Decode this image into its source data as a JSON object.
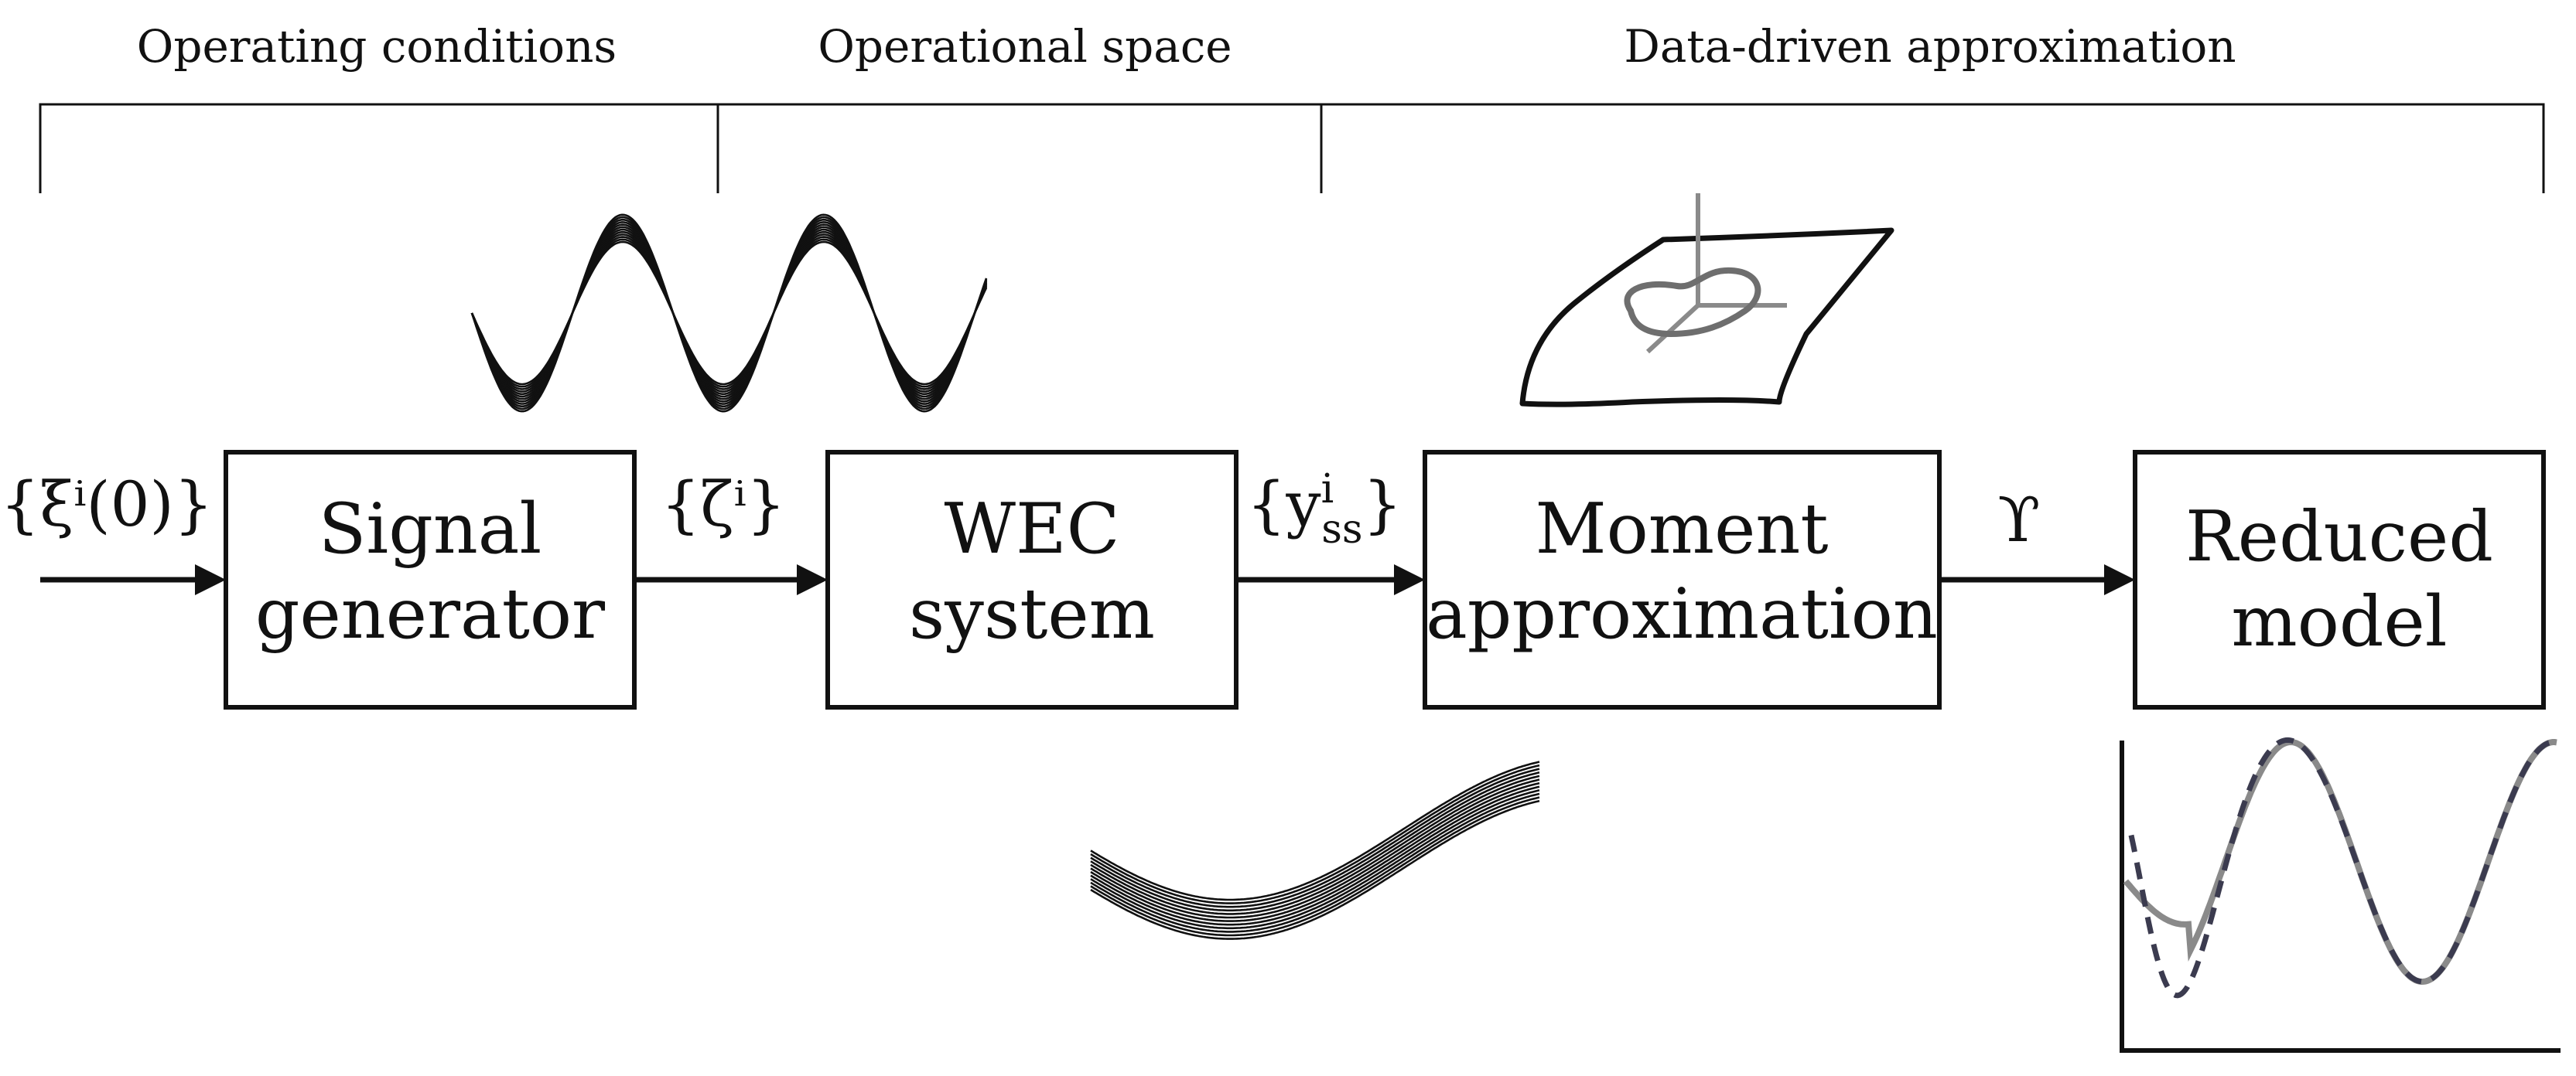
{
  "sections": {
    "operating": "Operating conditions",
    "operational": "Operational space",
    "data_driven": "Data-driven approximation"
  },
  "blocks": {
    "signal_generator": [
      "Signal",
      "generator"
    ],
    "wec_system": [
      "WEC",
      "system"
    ],
    "moment_approximation": [
      "Moment",
      "approximation"
    ],
    "reduced_model": [
      "Reduced",
      "model"
    ]
  },
  "signals": {
    "initial_condition": "{ξⁱ(0)}",
    "input_signal": "{ζⁱ}",
    "output_signal_base": "{y",
    "output_signal_sup": "i",
    "output_signal_sub": "ss",
    "output_signal_close": "}",
    "approximation_result": "ϒ"
  },
  "colors": {
    "ink": "#111111",
    "surface_curve": "#6e6e6e",
    "axes": "#8a8a8a",
    "reference_curve": "#8a8a8a",
    "model_curve": "#3b3b4f"
  }
}
